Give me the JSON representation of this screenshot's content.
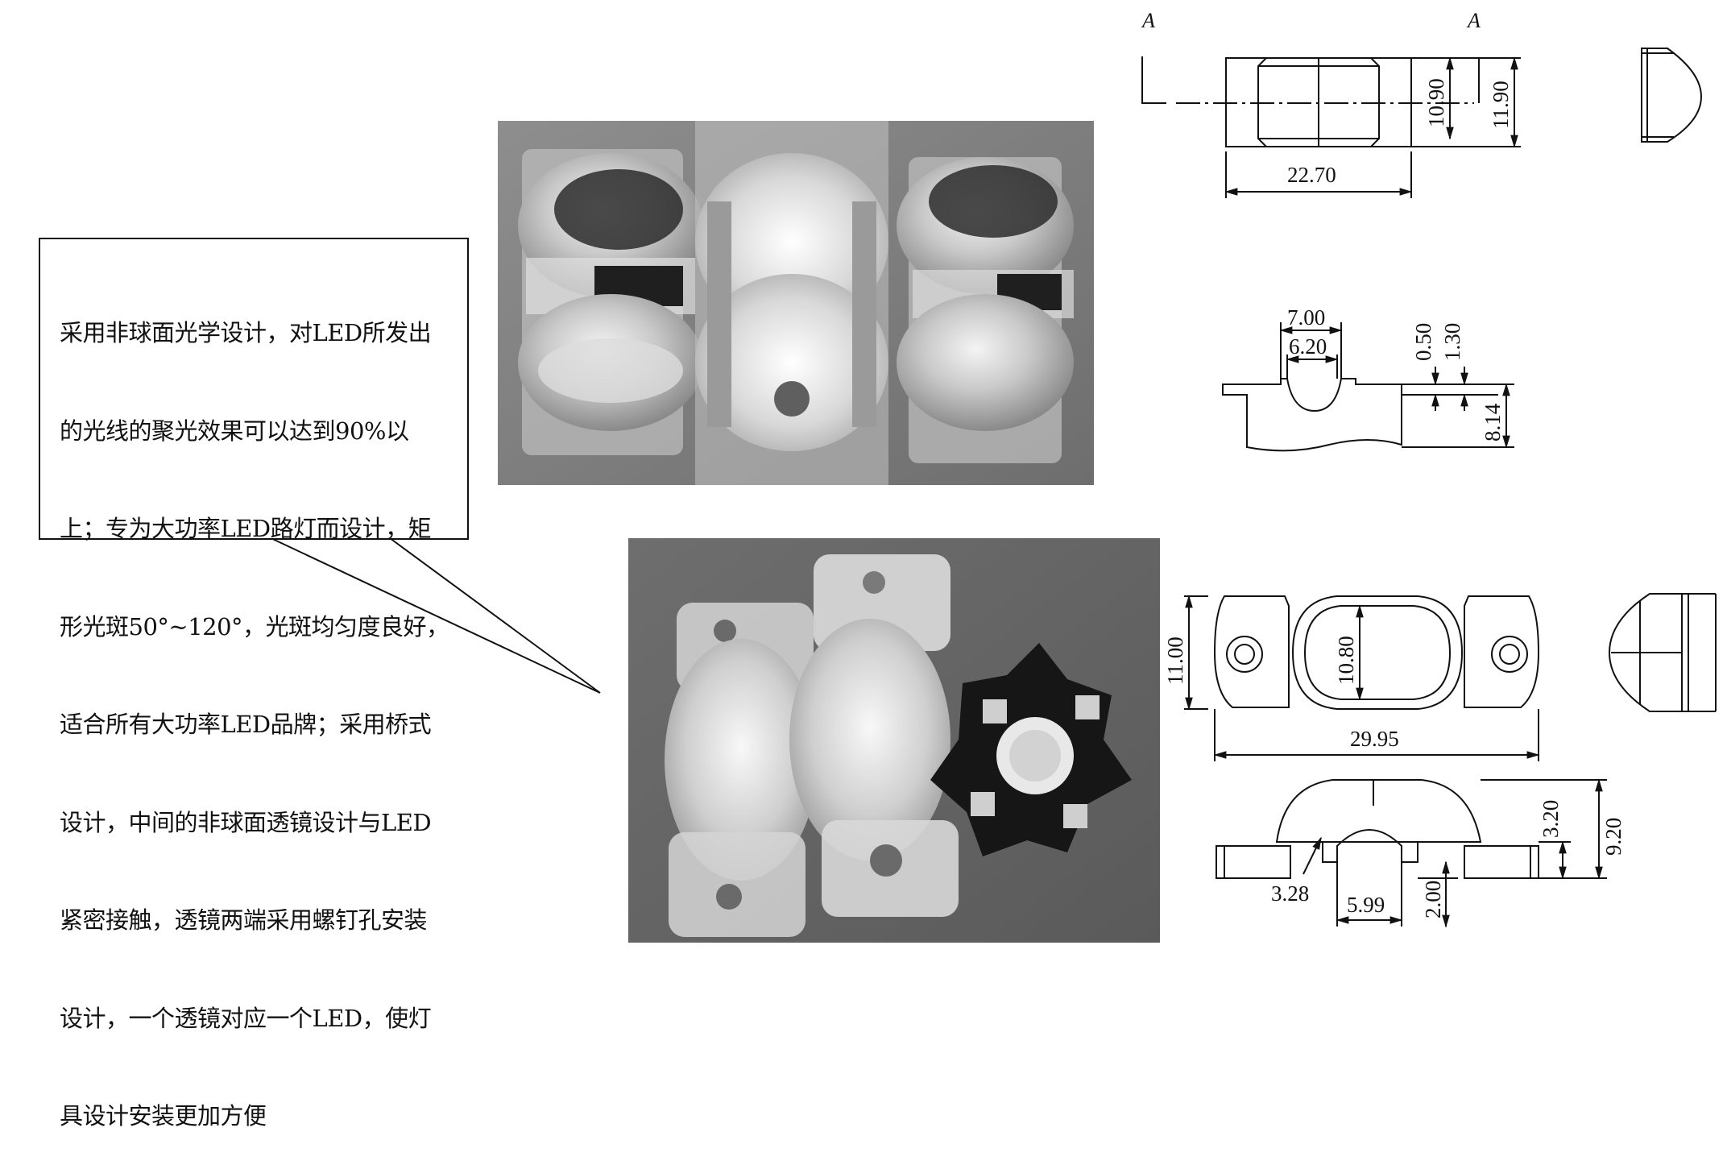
{
  "callout": {
    "text": "采用非球面光学设计，对LED所发出的光线的聚光效果可以达到90%以上；专为大功率LED路灯而设计，矩形光斑50°~120°，光斑均匀度良好，适合所有大功率LED品牌；采用桥式设计，中间的非球面透镜设计与LED紧密接触，透镜两端采用螺钉孔安装设计，一个透镜对应一个LED，使灯具设计安装更加方便",
    "lines": [
      "采用非球面光学设计，对LED所发出",
      "的光线的聚光效果可以达到90%以",
      "上；专为大功率LED路灯而设计，矩",
      "形光斑50°~120°，光斑均匀度良好，",
      "适合所有大功率LED品牌；采用桥式",
      "设计，中间的非球面透镜设计与LED",
      "紧密接触，透镜两端采用螺钉孔安装",
      "设计，一个透镜对应一个LED，使灯",
      "具设计安装更加方便"
    ]
  },
  "drawing1": {
    "section_mark_left": "A",
    "section_mark_right": "A",
    "dim_length": "22.70",
    "dim_width_inner": "10.90",
    "dim_width_outer": "11.90",
    "dim_groove_outer": "7.00",
    "dim_groove_inner": "6.20",
    "dim_step1": "0.50",
    "dim_step2": "1.30",
    "dim_height": "8.14"
  },
  "drawing2": {
    "dim_width_outer": "11.00",
    "dim_width_inner": "10.80",
    "dim_length": "29.95",
    "dim_height_total": "9.20",
    "dim_height_body": "3.20",
    "dim_fillet": "3.28",
    "dim_groove": "5.99",
    "dim_foot": "2.00"
  },
  "colors": {
    "photo_bg": "#7a7a7a",
    "line": "#111111"
  }
}
